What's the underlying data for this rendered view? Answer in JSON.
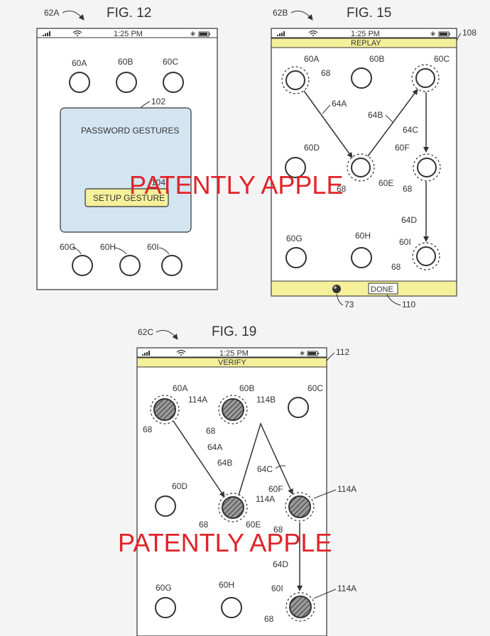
{
  "fig12": {
    "title": "FIG. 12",
    "ref": "62A",
    "time": "1:25 PM",
    "nodes": [
      "60A",
      "60B",
      "60C",
      "60G",
      "60H",
      "60I"
    ],
    "dialog_ref": "102",
    "dialog_title": "PASSWORD GESTURES",
    "button_ref": "104",
    "button_label": "SETUP GESTURE"
  },
  "fig15": {
    "title": "FIG. 15",
    "ref": "62B",
    "time": "1:25 PM",
    "banner": "REPLAY",
    "banner_ref": "108",
    "nodes": [
      "60A",
      "60B",
      "60C",
      "60D",
      "60E",
      "60F",
      "60G",
      "60H",
      "60I"
    ],
    "touch_ref": "68",
    "paths": [
      "64A",
      "64B",
      "64C",
      "64D"
    ],
    "done_label": "DONE",
    "done_ref": "110",
    "indicator_ref": "73"
  },
  "fig19": {
    "title": "FIG. 19",
    "ref": "62C",
    "time": "1:25 PM",
    "banner": "VERIFY",
    "banner_ref": "112",
    "nodes": [
      "60A",
      "60B",
      "60C",
      "60D",
      "60E",
      "60F",
      "60G",
      "60H",
      "60I"
    ],
    "touch_ref": "68",
    "fill_refs": [
      "114A",
      "114B"
    ],
    "paths": [
      "64A",
      "64B",
      "64C",
      "64D"
    ]
  },
  "watermark": "PATENTLY APPLE"
}
